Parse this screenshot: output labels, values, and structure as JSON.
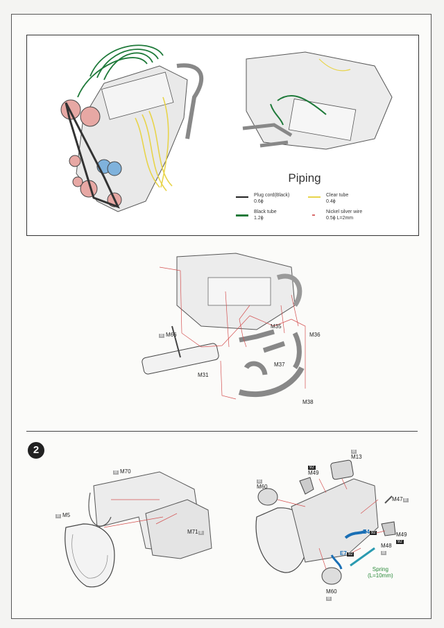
{
  "legend": {
    "title": "Piping",
    "items": [
      {
        "name": "Plug cord(Black)",
        "size": "0.6ϕ",
        "color": "#222222"
      },
      {
        "name": "Clear tube",
        "size": "0.4ϕ",
        "color": "#e8d44a"
      },
      {
        "name": "Black tube",
        "size": "1.2ϕ",
        "color": "#1f7a3a"
      },
      {
        "name": "Nickel silver wire",
        "size": "0.5ϕ  L=2mm",
        "color": "#d96a6a"
      }
    ]
  },
  "exhaust_parts": {
    "m66": {
      "tag": "B",
      "label": "M66"
    },
    "m35": {
      "label": "M35"
    },
    "m36": {
      "label": "M36"
    },
    "m31": {
      "label": "M31"
    },
    "m37": {
      "label": "M37"
    },
    "m38": {
      "label": "M38"
    }
  },
  "step": {
    "number": "2"
  },
  "gearbox_left": {
    "m70": {
      "tag": "B",
      "label": "M70"
    },
    "m5": {
      "tag": "B",
      "label": "M5"
    },
    "m71": {
      "label": "M71",
      "tag": "B"
    }
  },
  "gearbox_right": {
    "m13": {
      "tag": "B",
      "label": "M13"
    },
    "m49a": {
      "tag": "92",
      "label": "M49"
    },
    "m60a": {
      "tag": "B",
      "label": "M60"
    },
    "m47": {
      "label": "M47",
      "tag": "B"
    },
    "m49b": {
      "label": "M49",
      "tag": "92"
    },
    "m48": {
      "label": "M48",
      "tag": "B"
    },
    "e4": {
      "label": "E4",
      "tag": "92"
    },
    "e7": {
      "label": "E7",
      "tag": "92"
    },
    "spring": {
      "label": "Spring",
      "spec": "(L=10mm)"
    },
    "m60b": {
      "label": "M60",
      "tag": "B"
    }
  }
}
